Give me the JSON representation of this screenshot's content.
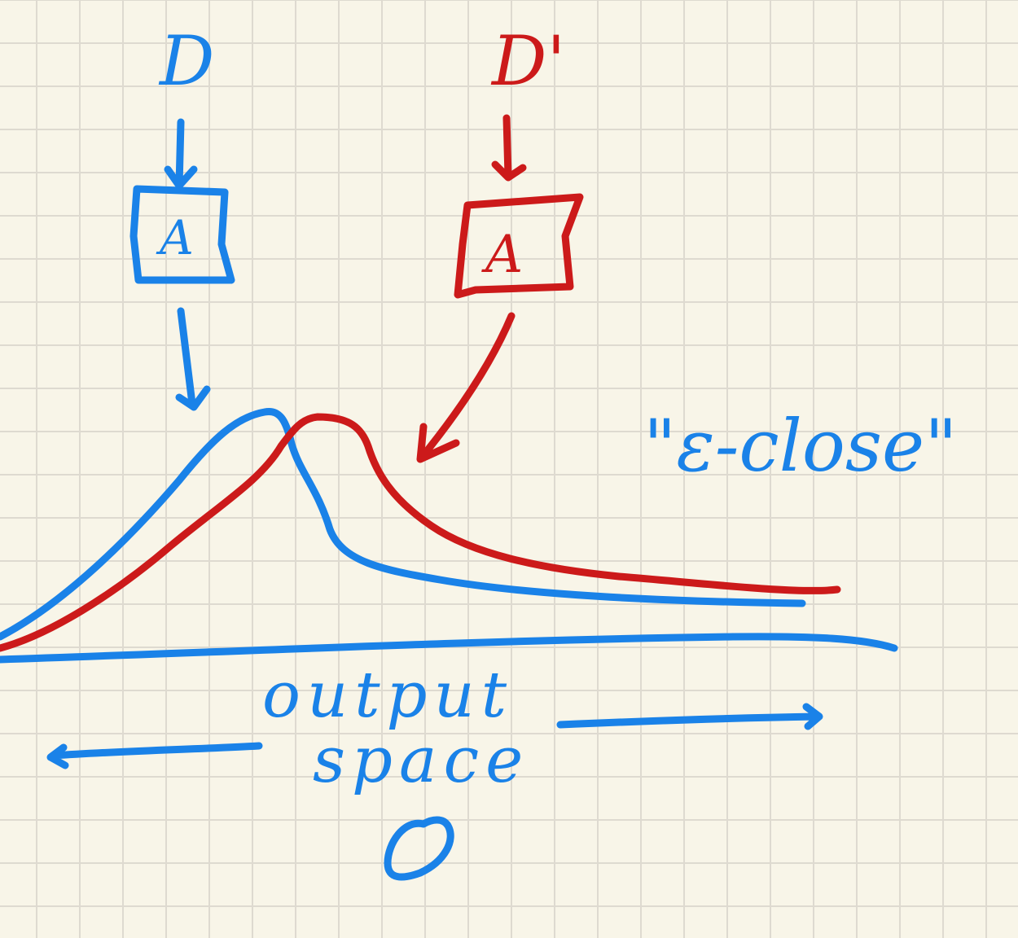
{
  "colors": {
    "paper": "#f8f5e8",
    "grid": "#dedad0",
    "blue": "#1a82e8",
    "red": "#cc1a1a"
  },
  "labels": {
    "dataset_d": "D",
    "dataset_d_prime": "D'",
    "algorithm_a": "A",
    "algorithm_a_prime": "A",
    "epsilon_close": "\"ε-close\"",
    "output_word": "output",
    "space_word": "space",
    "output_space_symbol": "O"
  },
  "curves": [
    {
      "id": "distribution-d",
      "color": "blue"
    },
    {
      "id": "distribution-d-prime",
      "color": "red"
    }
  ],
  "icons": [
    "arrow-down-icon",
    "arrow-left-icon",
    "arrow-right-icon"
  ]
}
